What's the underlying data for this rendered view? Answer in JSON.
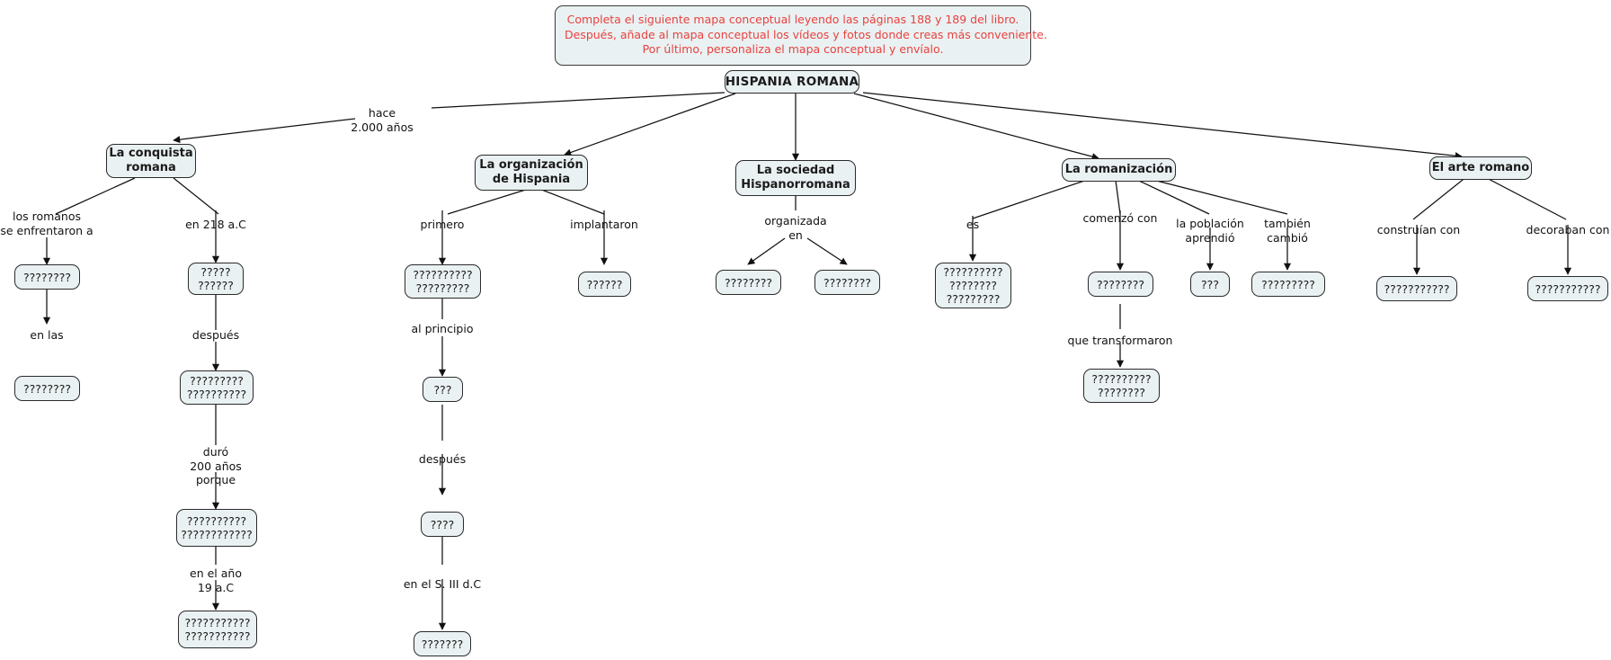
{
  "instruction": {
    "line1": "Completa el siguiente mapa conceptual leyendo las páginas 188 y 189 del libro.",
    "line2": "Después, añade al mapa conceptual los vídeos y fotos donde creas más conveniente.",
    "line3": "Por último, personaliza el mapa conceptual y envíalo."
  },
  "colors": {
    "node_fill": "#eaf1f2",
    "node_border": "#2b2b2b",
    "instruction_text": "#e8423f",
    "edge": "#111111"
  },
  "root": {
    "label": "HISPANIA ROMANA"
  },
  "branches": {
    "conquista": {
      "title_l1": "La conquista",
      "title_l2": "romana",
      "edge_from_root": {
        "l1": "hace",
        "l2": "2.000 años"
      },
      "left_chain": {
        "label1_l1": "los romanos",
        "label1_l2": "se enfrentaron a",
        "node1": "????????",
        "label2": "en las",
        "node2": "????????"
      },
      "right_chain": {
        "label1": "en 218 a.C",
        "node1_l1": "?????",
        "node1_l2": "??????",
        "label2": "después",
        "node2_l1": "?????????",
        "node2_l2": "??????????",
        "label3_l1": "duró",
        "label3_l2": "200 años",
        "label3_l3": "porque",
        "node3_l1": "??????????",
        "node3_l2": "????????????",
        "label4_l1": "en el año",
        "label4_l2": "19 a.C",
        "node4_l1": "???????????",
        "node4_l2": "???????????"
      }
    },
    "organizacion": {
      "title_l1": "La organización",
      "title_l2": "de Hispania",
      "left_chain": {
        "label1": "primero",
        "node1_l1": "??????????",
        "node1_l2": "?????????",
        "label2": "al principio",
        "node2": "???",
        "label3": "después",
        "node3": "????",
        "label4": "en el S. III d.C",
        "node4": "???????"
      },
      "right_chain": {
        "label1": "implantaron",
        "node1": "??????"
      }
    },
    "sociedad": {
      "title_l1": "La sociedad",
      "title_l2": "Hispanorromana",
      "label_l1": "organizada",
      "label_l2": "en",
      "node_left": "????????",
      "node_right": "????????"
    },
    "romanizacion": {
      "title": "La romanización",
      "b1": {
        "label": "es",
        "node_l1": "??????????",
        "node_l2": "????????",
        "node_l3": "?????????"
      },
      "b2": {
        "label": "comenzó con",
        "node": "????????",
        "sub_label": "que transformaron",
        "sub_node_l1": "??????????",
        "sub_node_l2": "????????"
      },
      "b3": {
        "label_l1": "la población",
        "label_l2": "aprendió",
        "node": "???"
      },
      "b4": {
        "label_l1": "también",
        "label_l2": "cambió",
        "node": "?????????"
      }
    },
    "arte": {
      "title": "El arte romano",
      "left": {
        "label": "construían con",
        "node": "???????????"
      },
      "right": {
        "label": "decoraban con",
        "node": "???????????"
      }
    }
  }
}
